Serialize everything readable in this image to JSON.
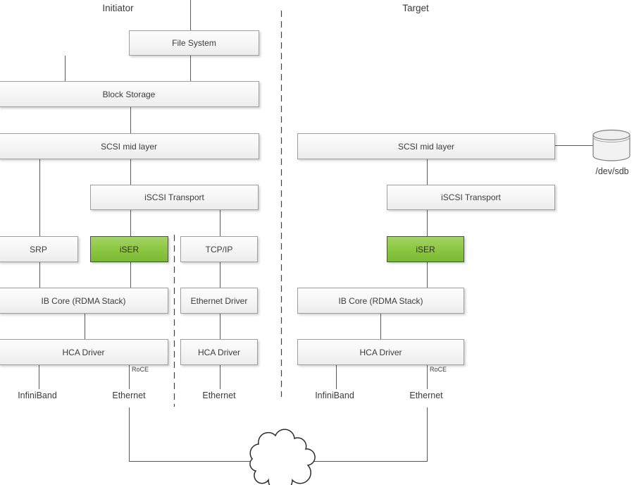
{
  "headings": {
    "initiator": "Initiator",
    "target": "Target"
  },
  "initiator": {
    "file_system": "File System",
    "block_storage": "Block Storage",
    "scsi_mid_layer": "SCSI mid layer",
    "iscsi_transport": "iSCSI Transport",
    "srp": "SRP",
    "iser": "iSER",
    "tcp_ip": "TCP/IP",
    "ib_core": "IB Core (RDMA Stack)",
    "ethernet_driver": "Ethernet Driver",
    "hca_driver_rdma": "HCA Driver",
    "hca_driver_eth": "HCA Driver",
    "roce": "RoCE",
    "port_infiniband": "InfiniBand",
    "port_ethernet_rdma": "Ethernet",
    "port_ethernet_tcp": "Ethernet"
  },
  "target": {
    "scsi_mid_layer": "SCSI mid layer",
    "iscsi_transport": "iSCSI Transport",
    "iser": "iSER",
    "ib_core": "IB Core (RDMA Stack)",
    "hca_driver": "HCA Driver",
    "roce": "RoCE",
    "port_infiniband": "InfiniBand",
    "port_ethernet": "Ethernet",
    "disk_label": "/dev/sdb"
  },
  "colors": {
    "iser_fill": "#8cc63f",
    "box_fill": "#f5f5f5",
    "box_border": "#9e9e9e",
    "line": "#595959",
    "dashed_line": "#404040"
  }
}
